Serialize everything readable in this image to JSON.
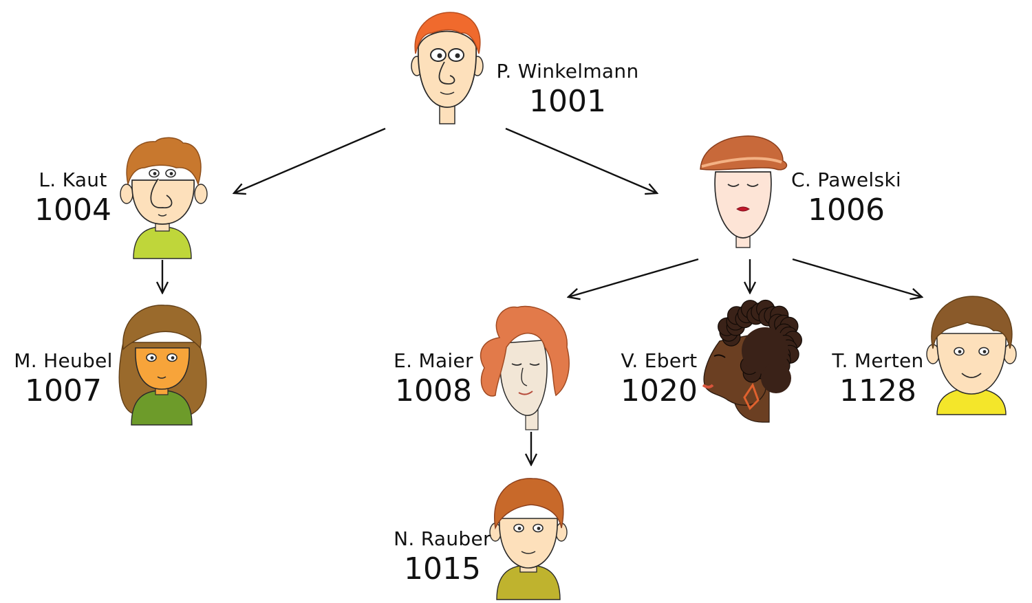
{
  "people": [
    {
      "key": "winkelmann",
      "name": "P. Winkelmann",
      "id": "1001",
      "avatar": "man-red-hair-avatar",
      "colors": {
        "skin": "#fde0bb",
        "hair": "#f06a2d",
        "shirt": ""
      }
    },
    {
      "key": "kaut",
      "name": "L. Kaut",
      "id": "1004",
      "avatar": "man-curly-hair-avatar",
      "colors": {
        "skin": "#fde0bb",
        "hair": "#c8782e",
        "shirt": "#bfd63a"
      }
    },
    {
      "key": "pawelski",
      "name": "C. Pawelski",
      "id": "1006",
      "avatar": "woman-hat-avatar",
      "colors": {
        "skin": "#fde4d6",
        "hair": "#c8693a",
        "shirt": ""
      }
    },
    {
      "key": "heubel",
      "name": "M. Heubel",
      "id": "1007",
      "avatar": "girl-long-hair-avatar",
      "colors": {
        "skin": "#f7a43a",
        "hair": "#9a6a2c",
        "shirt": "#6d9b2a"
      }
    },
    {
      "key": "maier",
      "name": "E. Maier",
      "id": "1008",
      "avatar": "woman-red-hair-avatar",
      "colors": {
        "skin": "#f2e6d6",
        "hair": "#e27a4a",
        "shirt": ""
      }
    },
    {
      "key": "ebert",
      "name": "V. Ebert",
      "id": "1020",
      "avatar": "woman-afro-hair-avatar",
      "colors": {
        "skin": "#6b3f22",
        "hair": "#3a2218",
        "shirt": ""
      }
    },
    {
      "key": "merten",
      "name": "T. Merten",
      "id": "1128",
      "avatar": "boy-brown-hair-avatar",
      "colors": {
        "skin": "#fde0bb",
        "hair": "#8a5a2a",
        "shirt": "#f4e62a"
      }
    },
    {
      "key": "rauber",
      "name": "N. Rauber",
      "id": "1015",
      "avatar": "boy-orange-hair-avatar",
      "colors": {
        "skin": "#fde0bb",
        "hair": "#c8692a",
        "shirt": "#bfb32e"
      }
    }
  ],
  "edges": [
    {
      "from": "winkelmann",
      "to": "kaut"
    },
    {
      "from": "winkelmann",
      "to": "pawelski"
    },
    {
      "from": "kaut",
      "to": "heubel"
    },
    {
      "from": "pawelski",
      "to": "maier"
    },
    {
      "from": "pawelski",
      "to": "ebert"
    },
    {
      "from": "pawelski",
      "to": "merten"
    },
    {
      "from": "maier",
      "to": "rauber"
    }
  ]
}
